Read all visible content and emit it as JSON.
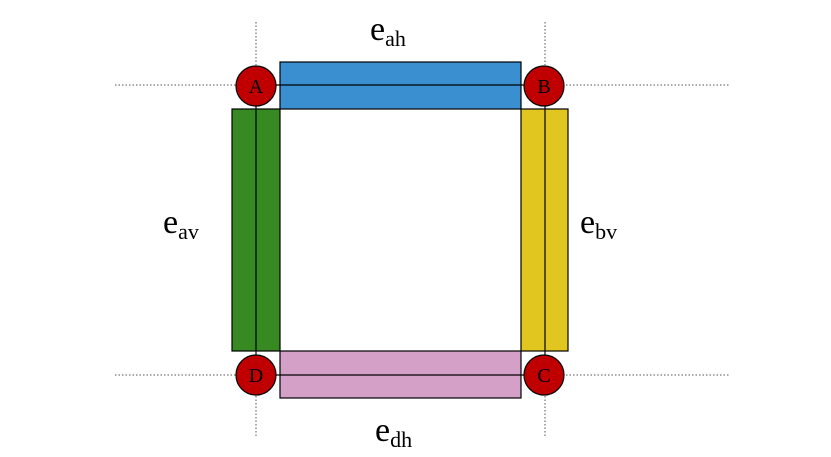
{
  "colors": {
    "edge_ah": "#3a8fd0",
    "edge_bv": "#e0c61e",
    "edge_av": "#378921",
    "edge_dh": "#d4a0c8",
    "node_fill": "#c00000",
    "stroke": "#000000"
  },
  "nodes": {
    "a": "A",
    "b": "B",
    "c": "C",
    "d": "D"
  },
  "edges": {
    "ah": {
      "base": "e",
      "sub": "ah"
    },
    "av": {
      "base": "e",
      "sub": "av"
    },
    "bv": {
      "base": "e",
      "sub": "bv"
    },
    "dh": {
      "base": "e",
      "sub": "dh"
    }
  }
}
